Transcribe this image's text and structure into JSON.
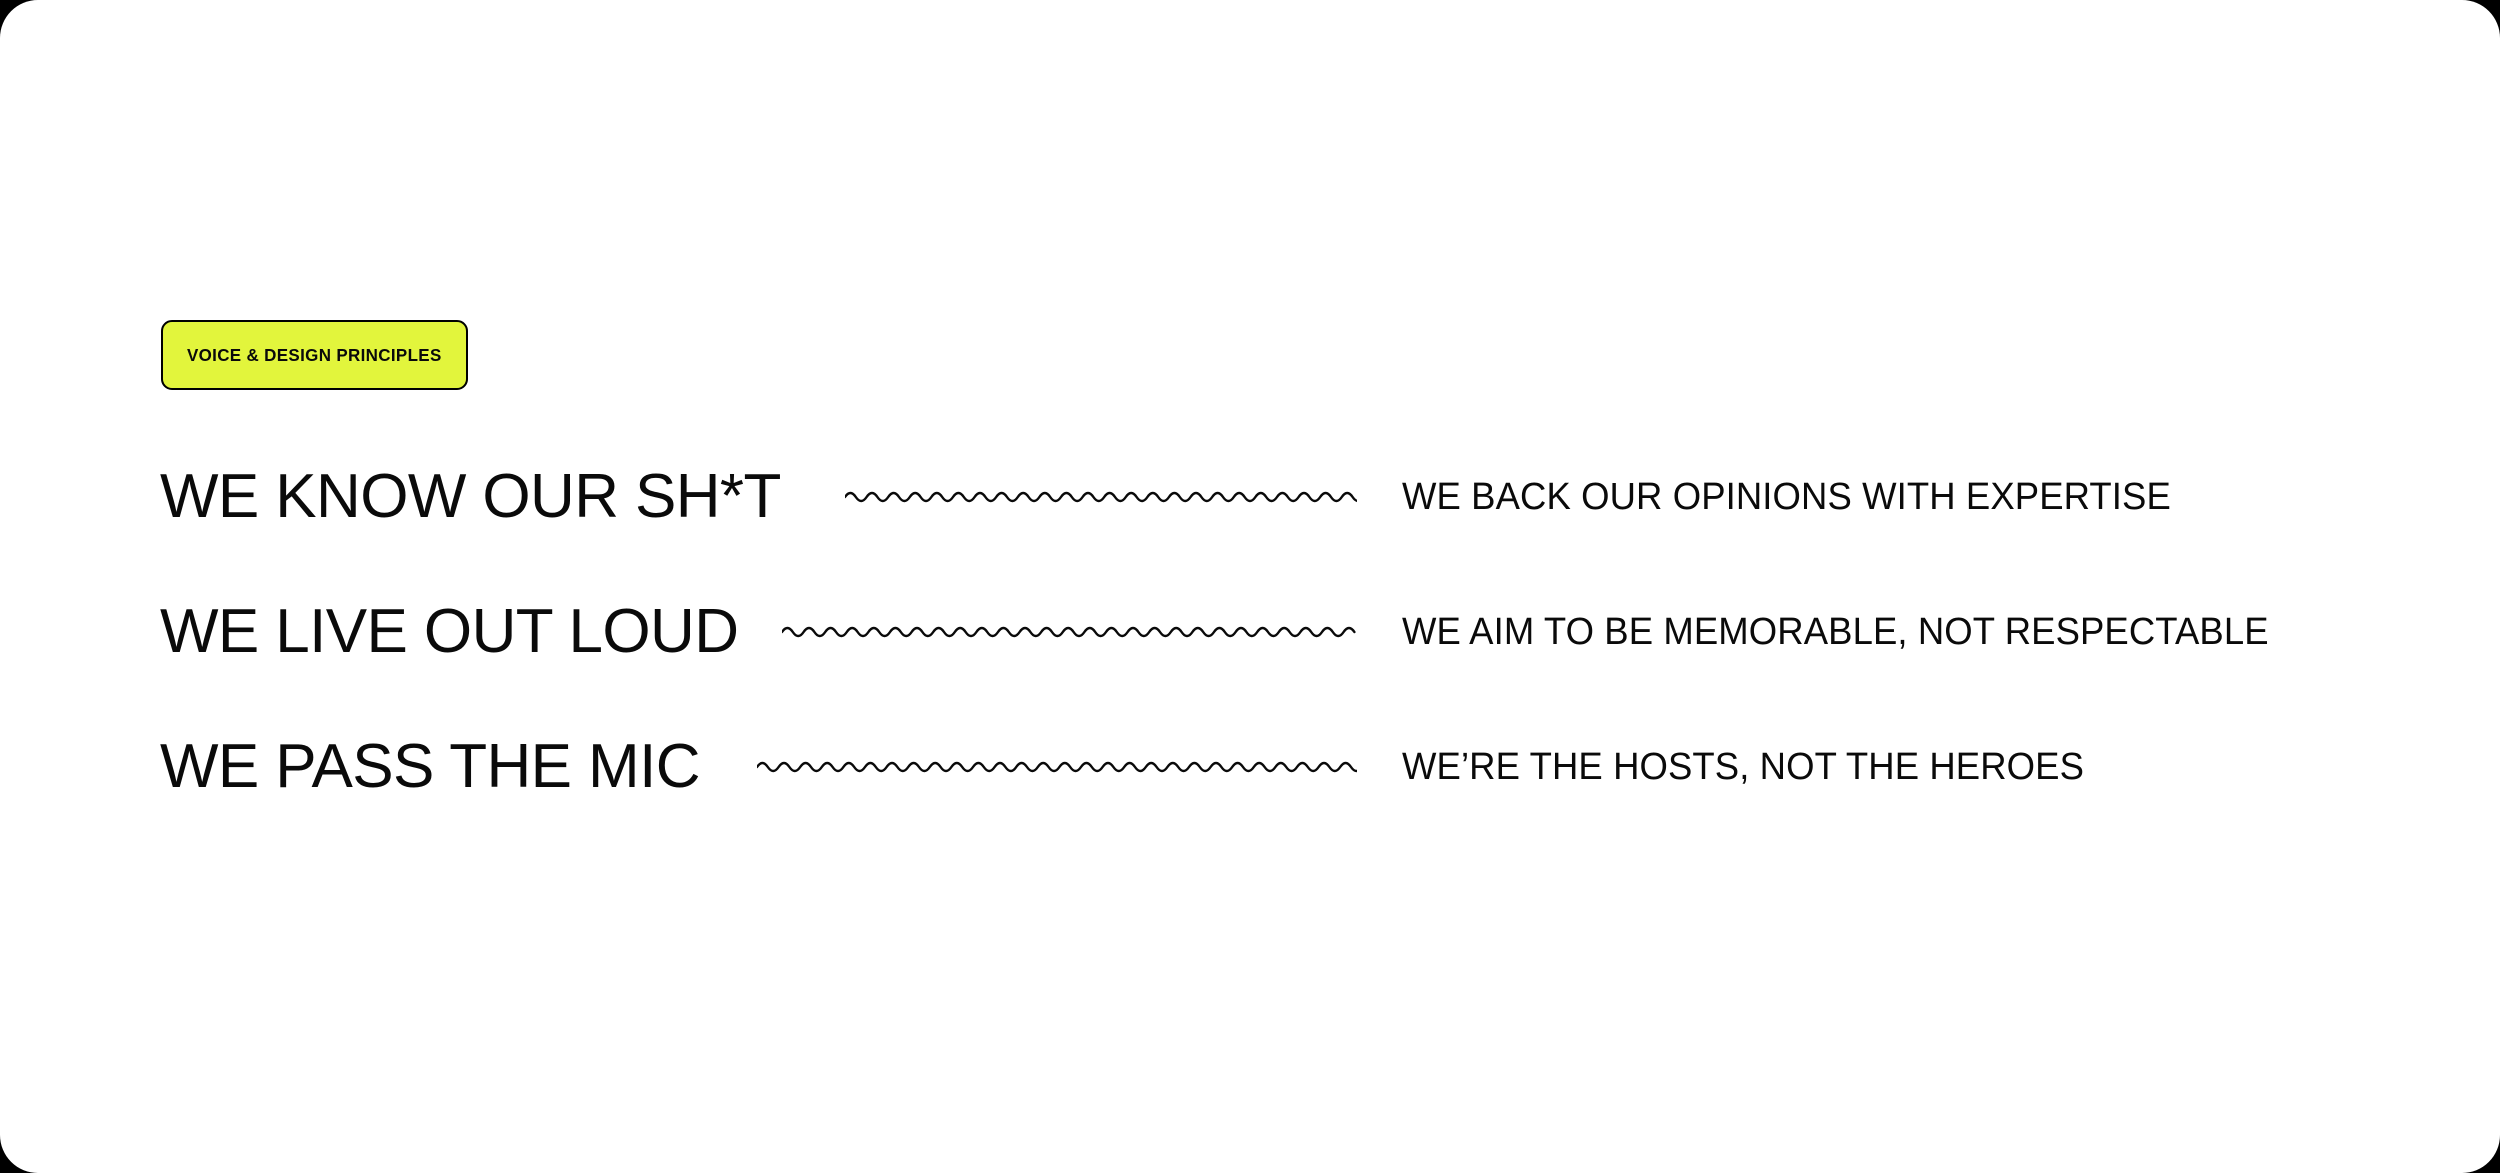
{
  "theme": {
    "page_background": "#000000",
    "card_background": "#ffffff",
    "accent": "#E2F53C",
    "text": "#0a0a0a"
  },
  "badge": {
    "label": "VOICE & DESIGN PRINCIPLES"
  },
  "principles": [
    {
      "title": "WE KNOW OUR SH*T",
      "detail": "WE BACK OUR OPINIONS WITH EXPERTISE",
      "divider": "squiggle-divider"
    },
    {
      "title": "WE LIVE OUT LOUD",
      "detail": "WE AIM TO BE MEMORABLE, NOT RESPECTABLE",
      "divider": "squiggle-divider"
    },
    {
      "title": "WE PASS THE MIC",
      "detail": "WE’RE THE HOSTS, NOT THE HEROES",
      "divider": "squiggle-divider"
    }
  ]
}
